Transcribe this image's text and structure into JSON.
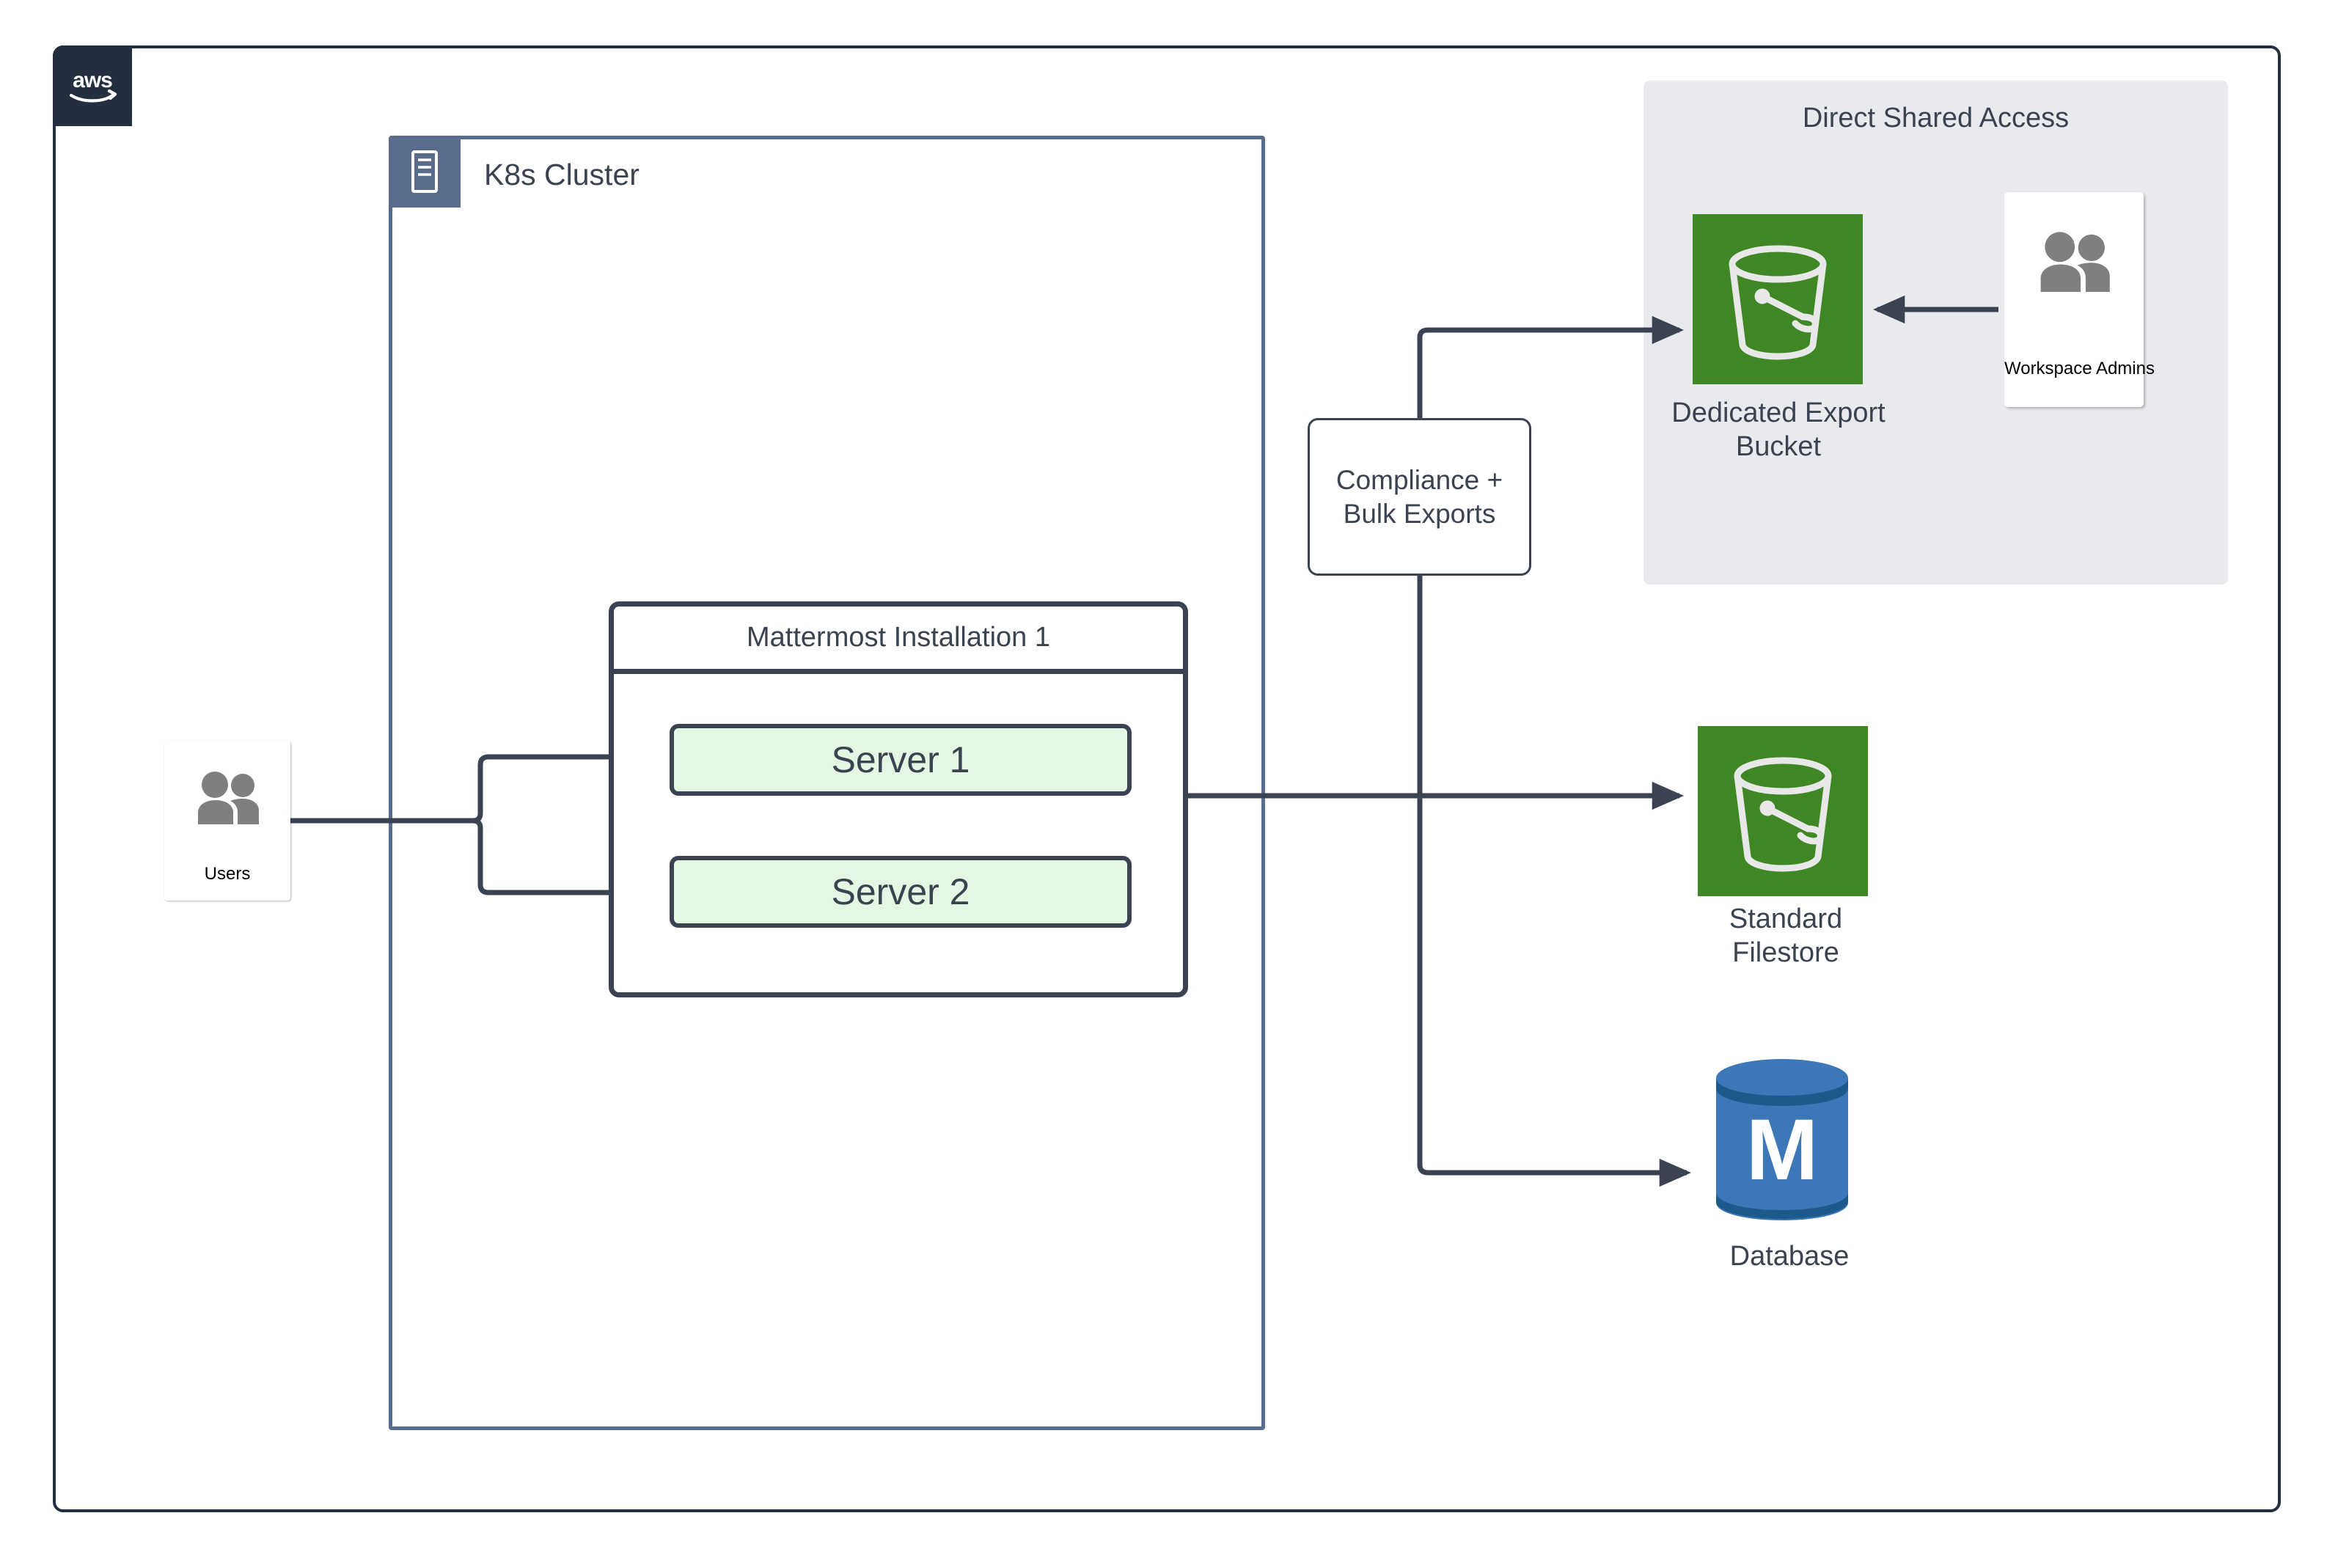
{
  "diagram": {
    "cloud": {
      "provider_logo": "aws-logo",
      "logo_text": "aws"
    },
    "cluster": {
      "title": "K8s Cluster",
      "icon": "server-rack-icon"
    },
    "installation": {
      "title": "Mattermost Installation 1",
      "servers": [
        {
          "label": "Server 1"
        },
        {
          "label": "Server 2"
        }
      ]
    },
    "users_node": {
      "label": "Users",
      "icon": "users-group-icon"
    },
    "compliance_node": {
      "line1": "Compliance +",
      "line2": "Bulk Exports"
    },
    "shared_access_group": {
      "title": "Direct Shared Access",
      "export_bucket": {
        "label_line1": "Dedicated Export",
        "label_line2": "Bucket",
        "icon": "s3-bucket-icon"
      },
      "admins": {
        "label": "Workspace Admins",
        "icon": "users-group-icon"
      }
    },
    "filestore_node": {
      "label_line1": "Standard",
      "label_line2": "Filestore",
      "icon": "s3-bucket-icon"
    },
    "database_node": {
      "label": "Database",
      "icon": "mattermost-database-cylinder-icon",
      "glyph": "M"
    },
    "colors": {
      "aws_navy": "#232F3E",
      "cluster_slate": "#5A6C8C",
      "node_outline": "#3B4252",
      "server_fill": "#E3F7E3",
      "s3_green": "#3F8624",
      "database_blue": "#3C77B8",
      "database_blue_dark": "#1C5A8C",
      "group_panel": "#E9EAEE",
      "person_gray": "#7F7F7F",
      "text": "#3B4351"
    }
  }
}
